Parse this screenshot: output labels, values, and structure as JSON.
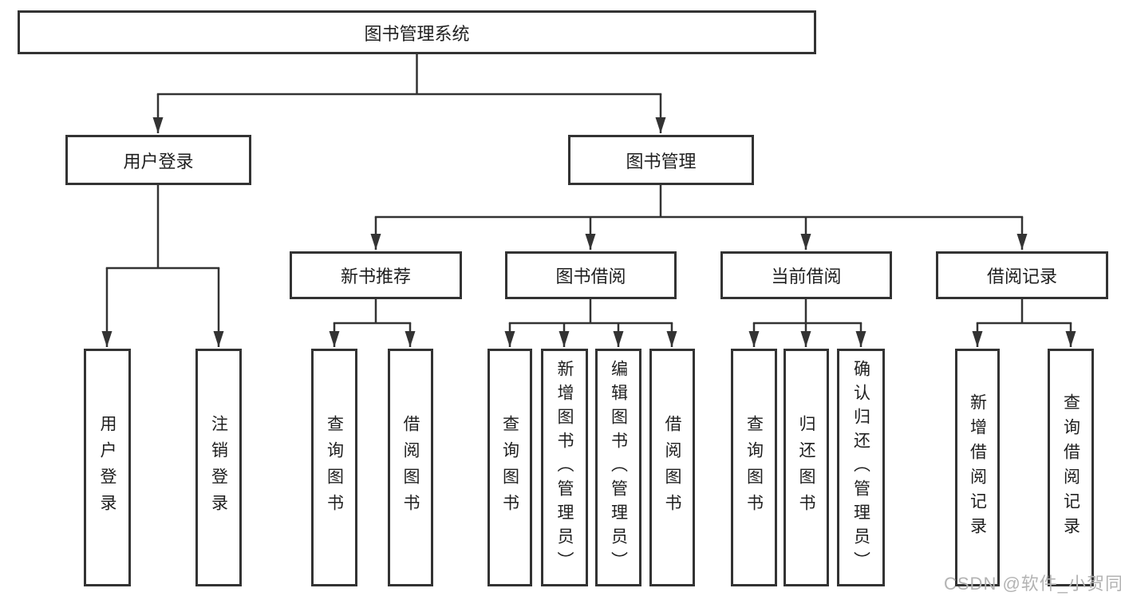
{
  "diagram": {
    "tree": {
      "root": {
        "label": "图书管理系统"
      },
      "branches": [
        {
          "label": "用户登录",
          "children": [
            {
              "label": "用户登录"
            },
            {
              "label": "注销登录"
            }
          ]
        },
        {
          "label": "图书管理",
          "children": [
            {
              "label": "新书推荐",
              "children": [
                {
                  "label": "查询图书"
                },
                {
                  "label": "借阅图书"
                }
              ]
            },
            {
              "label": "图书借阅",
              "children": [
                {
                  "label": "查询图书"
                },
                {
                  "label": "新增图书（管理员）"
                },
                {
                  "label": "编辑图书（管理员）"
                },
                {
                  "label": "借阅图书"
                }
              ]
            },
            {
              "label": "当前借阅",
              "children": [
                {
                  "label": "查询图书"
                },
                {
                  "label": "归还图书"
                },
                {
                  "label": "确认归还（管理员）"
                }
              ]
            },
            {
              "label": "借阅记录",
              "children": [
                {
                  "label": "新增借阅记录"
                },
                {
                  "label": "查询借阅记录"
                }
              ]
            }
          ]
        }
      ]
    },
    "colors": {
      "line": "#333333",
      "box_border": "#333333",
      "text": "#1f1f1f",
      "watermark": "#b3b3b3",
      "background": "#ffffff"
    },
    "watermark": {
      "text": "CSDN @软件_小贺同学"
    }
  }
}
